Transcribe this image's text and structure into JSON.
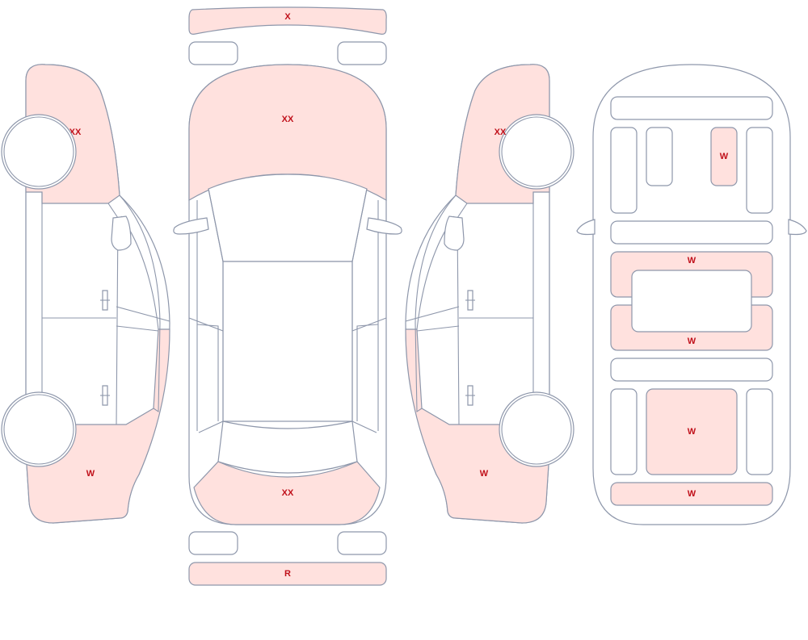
{
  "colors": {
    "damaged_fill": "#ffe1de",
    "outline": "#8e97ab",
    "label": "#c0101a"
  },
  "front_bumper": {
    "label": "X"
  },
  "rear_bumper": {
    "label": "R"
  },
  "top_view": {
    "hood_label": "XX",
    "trunk_label": "XX"
  },
  "left_side": {
    "front_fender_label": "XX",
    "rear_quarter_label": "W"
  },
  "right_side": {
    "front_fender_label": "XX",
    "rear_quarter_label": "W"
  },
  "interior": {
    "center_seat_label": "W",
    "front_row_label": "W",
    "middle_row_label": "W",
    "rear_seat_label": "W",
    "trunk_floor_label": "W"
  }
}
